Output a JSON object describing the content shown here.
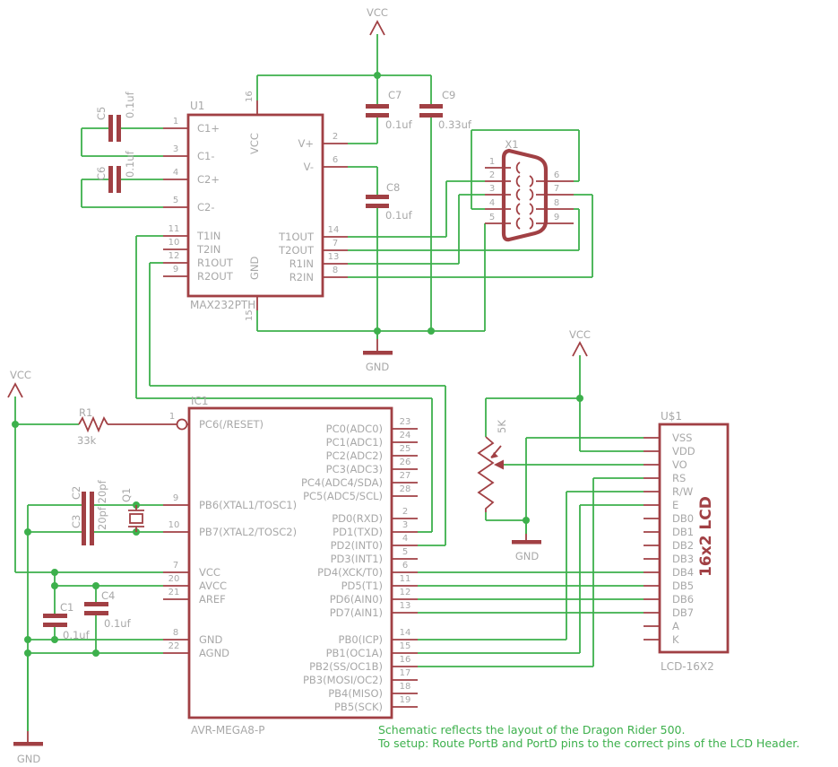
{
  "colors": {
    "wire_green": "#3db04c",
    "component_red": "#a14044",
    "label_gray": "#a8a8a8",
    "note_green": "#3db04c",
    "background": "#ffffff"
  },
  "power": {
    "vcc": "VCC",
    "gnd": "GND"
  },
  "notes": {
    "line1": "Schematic reflects the layout of the Dragon Rider 500.",
    "line2": "To setup: Route PortB and PortD pins to the correct pins of the LCD Header."
  },
  "u1": {
    "ref": "U1",
    "part": "MAX232PTH",
    "top_pin": {
      "no": "16",
      "name": "VCC"
    },
    "bottom_pin": {
      "no": "15",
      "name": "GND"
    },
    "left_pins": [
      {
        "no": "1",
        "name": "C1+"
      },
      {
        "no": "3",
        "name": "C1-"
      },
      {
        "no": "4",
        "name": "C2+"
      },
      {
        "no": "5",
        "name": "C2-"
      },
      {
        "no": "11",
        "name": "T1IN"
      },
      {
        "no": "10",
        "name": "T2IN"
      },
      {
        "no": "12",
        "name": "R1OUT"
      },
      {
        "no": "9",
        "name": "R2OUT"
      }
    ],
    "right_pins": [
      {
        "no": "2",
        "name": "V+"
      },
      {
        "no": "6",
        "name": "V-"
      },
      {
        "no": "14",
        "name": "T1OUT"
      },
      {
        "no": "7",
        "name": "T2OUT"
      },
      {
        "no": "13",
        "name": "R1IN"
      },
      {
        "no": "8",
        "name": "R2IN"
      }
    ]
  },
  "ic1": {
    "ref": "IC1",
    "part": "AVR-MEGA8-P",
    "left_pins": [
      {
        "no": "1",
        "name": "PC6(/RESET)"
      },
      {
        "no": "9",
        "name": "PB6(XTAL1/TOSC1)"
      },
      {
        "no": "10",
        "name": "PB7(XTAL2/TOSC2)"
      },
      {
        "no": "7",
        "name": "VCC"
      },
      {
        "no": "20",
        "name": "AVCC"
      },
      {
        "no": "21",
        "name": "AREF"
      },
      {
        "no": "8",
        "name": "GND"
      },
      {
        "no": "22",
        "name": "AGND"
      }
    ],
    "right_pins": [
      {
        "no": "23",
        "name": "PC0(ADC0)"
      },
      {
        "no": "24",
        "name": "PC1(ADC1)"
      },
      {
        "no": "25",
        "name": "PC2(ADC2)"
      },
      {
        "no": "26",
        "name": "PC3(ADC3)"
      },
      {
        "no": "27",
        "name": "PC4(ADC4/SDA)"
      },
      {
        "no": "28",
        "name": "PC5(ADC5/SCL)"
      },
      {
        "no": "2",
        "name": "PD0(RXD)"
      },
      {
        "no": "3",
        "name": "PD1(TXD)"
      },
      {
        "no": "4",
        "name": "PD2(INT0)"
      },
      {
        "no": "5",
        "name": "PD3(INT1)"
      },
      {
        "no": "6",
        "name": "PD4(XCK/T0)"
      },
      {
        "no": "11",
        "name": "PD5(T1)"
      },
      {
        "no": "12",
        "name": "PD6(AIN0)"
      },
      {
        "no": "13",
        "name": "PD7(AIN1)"
      },
      {
        "no": "14",
        "name": "PB0(ICP)"
      },
      {
        "no": "15",
        "name": "PB1(OC1A)"
      },
      {
        "no": "16",
        "name": "PB2(SS/OC1B)"
      },
      {
        "no": "17",
        "name": "PB3(MOSI/OC2)"
      },
      {
        "no": "18",
        "name": "PB4(MISO)"
      },
      {
        "no": "19",
        "name": "PB5(SCK)"
      }
    ]
  },
  "x1": {
    "ref": "X1",
    "left_pin_numbers": [
      "1",
      "2",
      "3",
      "4",
      "5"
    ],
    "right_pin_numbers": [
      "6",
      "7",
      "8",
      "9"
    ]
  },
  "lcd": {
    "ref": "U$1",
    "part": "LCD-16X2",
    "display_label": "16x2 LCD",
    "pins": [
      "VSS",
      "VDD",
      "VO",
      "RS",
      "R/W",
      "E",
      "DB0",
      "DB1",
      "DB2",
      "DB3",
      "DB4",
      "DB5",
      "DB6",
      "DB7",
      "A",
      "K"
    ]
  },
  "capacitors": {
    "c1": {
      "ref": "C1",
      "value": "0.1uf"
    },
    "c2": {
      "ref": "C2"
    },
    "c3": {
      "ref": "C3"
    },
    "c2_c3_value": "20pf 20pf",
    "c4": {
      "ref": "C4",
      "value": "0.1uf"
    },
    "c5": {
      "ref": "C5",
      "value": "0.1uf"
    },
    "c6": {
      "ref": "C6",
      "value": "0.1uf"
    },
    "c7": {
      "ref": "C7",
      "value": "0.1uf"
    },
    "c8": {
      "ref": "C8",
      "value": "0.1uf"
    },
    "c9": {
      "ref": "C9",
      "value": "0.33uf"
    }
  },
  "r1": {
    "ref": "R1",
    "value": "33k"
  },
  "pot": {
    "value": "5K"
  },
  "q1": {
    "ref": "Q1"
  }
}
